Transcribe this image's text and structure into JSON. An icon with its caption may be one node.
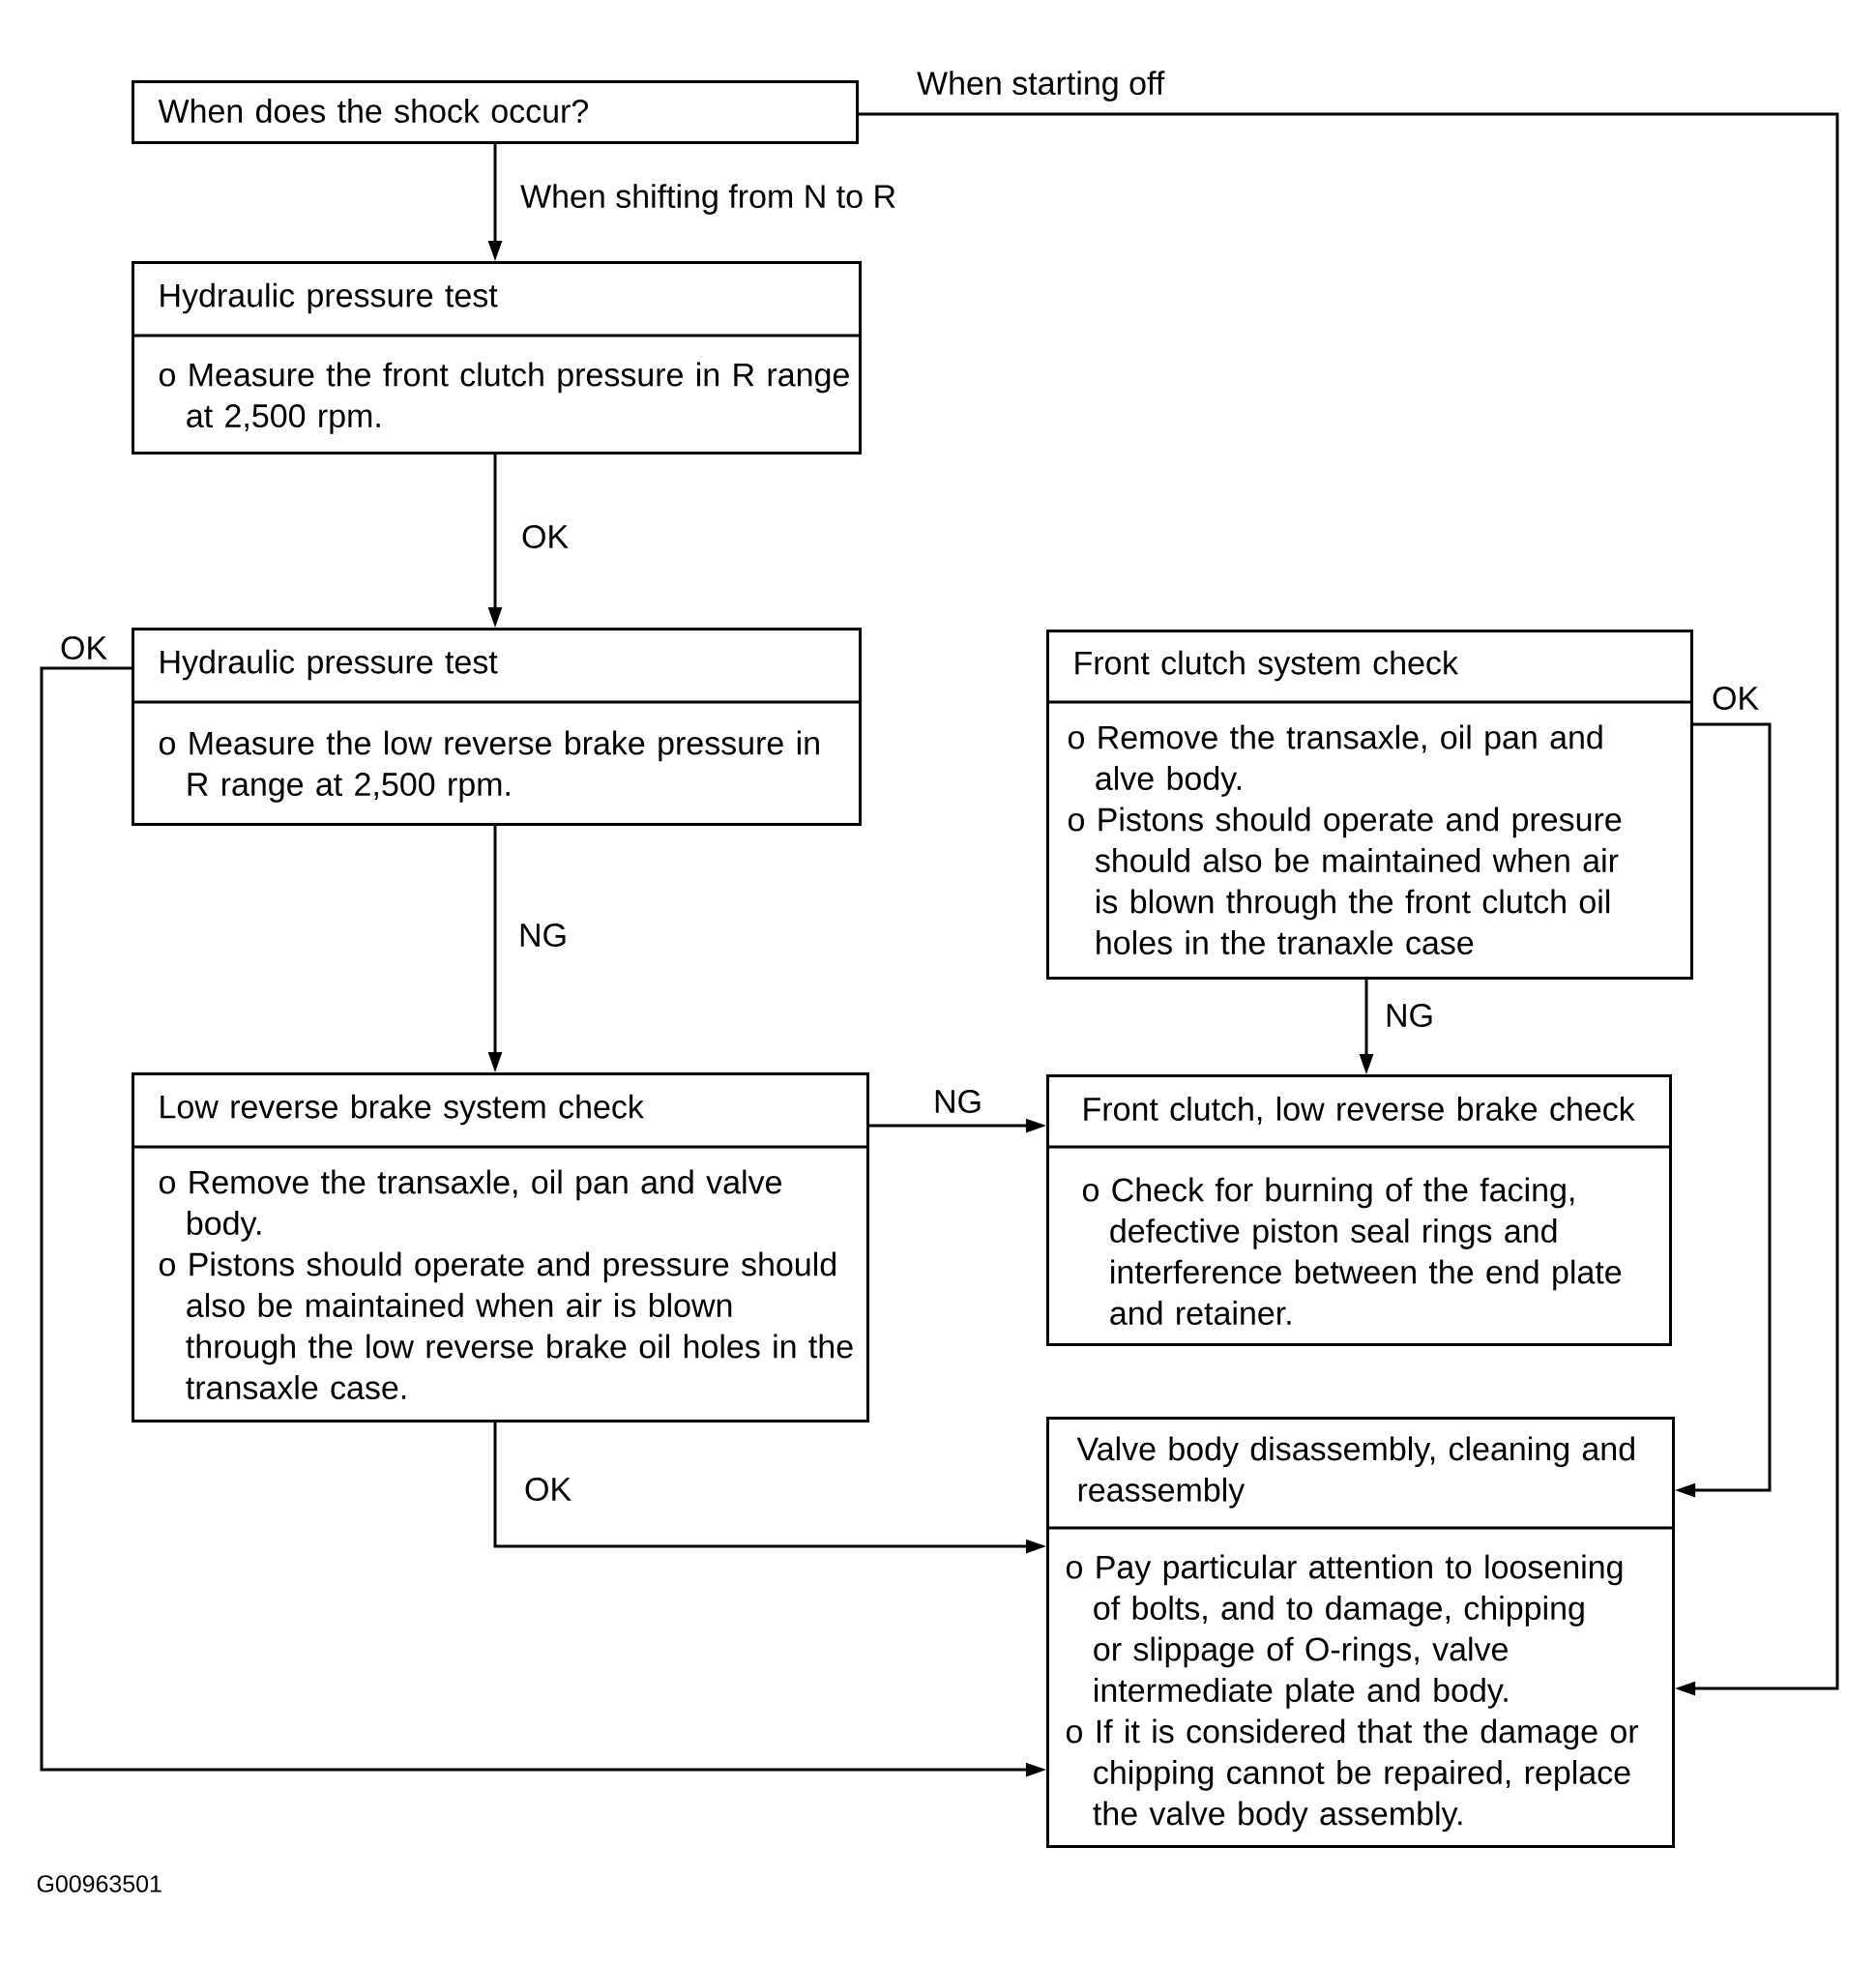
{
  "diagram": {
    "nodes": [
      {
        "text": [
          "When does the shock occur?"
        ]
      },
      {
        "text": [
          "Hydraulic pressure test",
          "o Measure the front clutch pressure in R range at 2,500 rpm."
        ]
      },
      {
        "text": [
          "Hydraulic pressure test",
          "o Measure the low reverse brake pressure in R range at 2,500 rpm."
        ]
      },
      {
        "text": [
          "Front clutch system check",
          "o Remove the transaxle, oil pan and alve body.",
          "o Pistons should operate and presure should also be maintained when air is blown through the front clutch oil holes in the tranaxle case"
        ]
      },
      {
        "text": [
          "Low reverse brake system check",
          "o Remove the transaxle, oil pan and valve body.",
          "o Pistons should operate and pressure should also be maintained when air is blown through the low reverse brake oil holes in the transaxle case."
        ]
      },
      {
        "text": [
          "Front clutch, low reverse brake check",
          "o Check for burning of the facing, defective piston seal rings and interference between the end plate and retainer."
        ]
      },
      {
        "text": [
          "Valve body disassembly, cleaning and reassembly",
          "o Pay particular attention to loosening of bolts, and to damage, chipping or slippage of O-rings, valve intermediate plate and body.",
          "o If it is considered that the damage or chipping cannot be repaired, replace the valve body assembly."
        ]
      }
    ],
    "edges": [
      {
        "from": 0,
        "to": 1,
        "arrow": "to",
        "label": "When shifting from N to R"
      },
      {
        "from": 0,
        "to": 6,
        "arrow": "to",
        "label": "When starting off"
      },
      {
        "from": 1,
        "to": 2,
        "arrow": "to",
        "label": "OK"
      },
      {
        "from": 2,
        "to": 4,
        "arrow": "to",
        "label": "NG"
      },
      {
        "from": 2,
        "to": 6,
        "arrow": "to",
        "label": "OK"
      },
      {
        "from": 3,
        "to": 5,
        "arrow": "to",
        "label": "NG"
      },
      {
        "from": 3,
        "to": 6,
        "arrow": "to",
        "label": "OK"
      },
      {
        "from": 4,
        "to": 5,
        "arrow": "to",
        "label": "NG"
      },
      {
        "from": 4,
        "to": 6,
        "arrow": "to",
        "label": "OK"
      }
    ],
    "labels": [
      "G00963501"
    ]
  }
}
